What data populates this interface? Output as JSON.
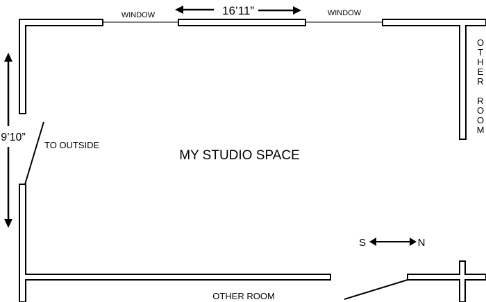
{
  "labels": {
    "window_left": "WINDOW",
    "window_right": "WINDOW",
    "width_dimension": "16’11”",
    "height_dimension": "9’10”",
    "to_outside": "TO OUTSIDE",
    "room_name": "MY STUDIO SPACE",
    "other_room_bottom": "OTHER ROOM",
    "other_room_right": [
      "O",
      "T",
      "H",
      "E",
      "R",
      "",
      "R",
      "O",
      "O",
      "M"
    ]
  },
  "compass": {
    "left": "S",
    "right": "N"
  },
  "colors": {
    "line": "#000000",
    "background": "#ffffff"
  }
}
